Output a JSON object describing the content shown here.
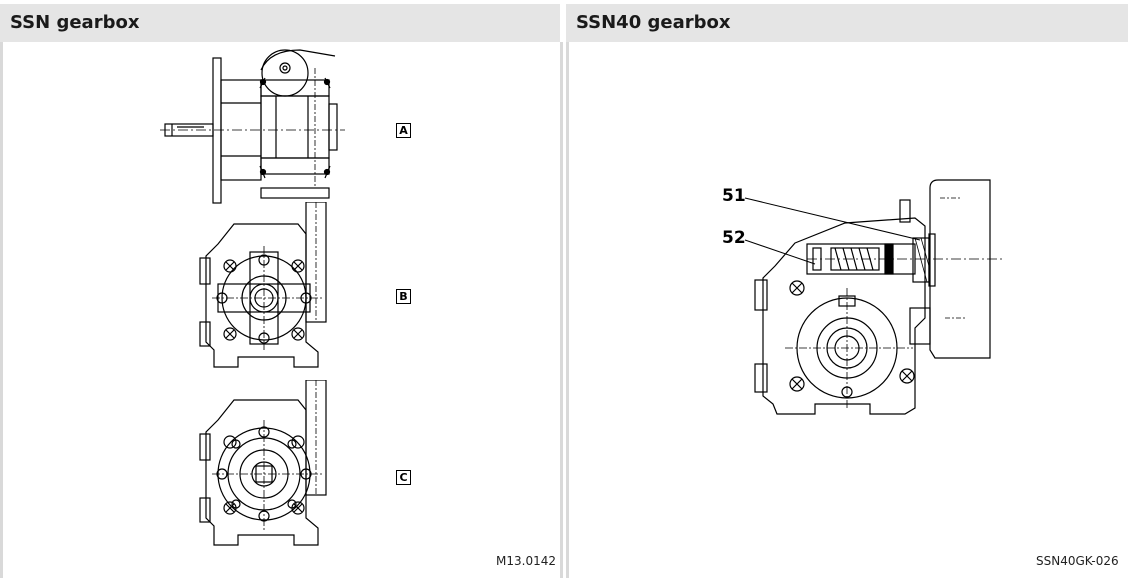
{
  "columns": {
    "left": {
      "header": "SSN gearbox",
      "caption": "M13.0142"
    },
    "right": {
      "header": "SSN40 gearbox",
      "caption": "SSN40GK-026"
    }
  },
  "views": [
    {
      "label": "A"
    },
    {
      "label": "B"
    },
    {
      "label": "C"
    }
  ],
  "callouts": [
    {
      "label": "51"
    },
    {
      "label": "52"
    }
  ]
}
